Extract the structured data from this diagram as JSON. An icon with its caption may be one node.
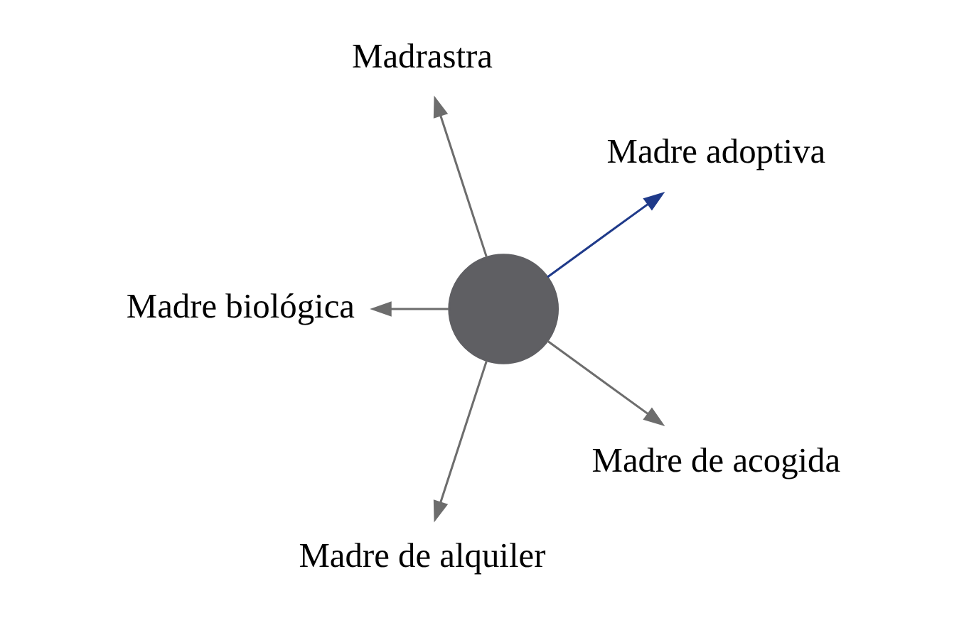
{
  "diagram": {
    "nodes": [
      {
        "text": [
          "Madre adoptiva"
        ]
      },
      {
        "text": [
          "Madrastra"
        ]
      },
      {
        "text": [
          "Madre biológica"
        ]
      },
      {
        "text": [],
        "shape": "circle"
      },
      {
        "text": [
          "Madre de alquiler"
        ]
      },
      {
        "text": [
          "Madre de acogida"
        ]
      }
    ],
    "edges": [
      {
        "from": 3,
        "to": 0,
        "arrow": "to",
        "color": "#1f3a8a"
      },
      {
        "from": 3,
        "to": 1,
        "arrow": "to"
      },
      {
        "from": 3,
        "to": 2,
        "arrow": "to"
      },
      {
        "from": 3,
        "to": 4,
        "arrow": "to"
      },
      {
        "from": 3,
        "to": 5,
        "arrow": "to"
      }
    ]
  }
}
